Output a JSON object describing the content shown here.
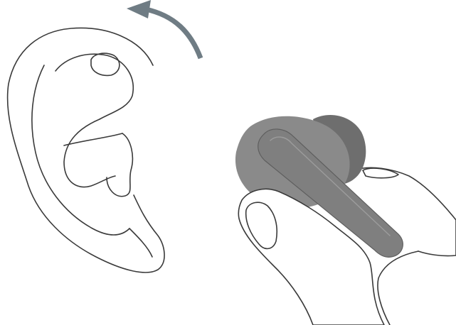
{
  "figure": {
    "kind": "instruction-illustration",
    "background_color": "#ffffff",
    "colors": {
      "line": "#3a3a3a",
      "arrow": "#6f7c84",
      "earbud_body": "#8a8a8a",
      "earbud_stem": "#7f7f7f",
      "earbud_tip": "#6e6e6e",
      "hand_fill": "#ffffff"
    },
    "parts": {
      "ear": "ear-outline",
      "arrow": "curved-arrow",
      "earbud": "earbud",
      "hand": "hand-fingers"
    }
  }
}
